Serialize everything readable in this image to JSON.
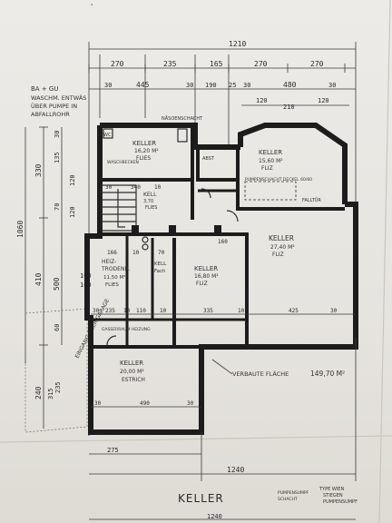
{
  "plan": {
    "title": "KELLER",
    "top_total": "1210",
    "top_row1": [
      "270",
      "235",
      "165",
      "270",
      "270"
    ],
    "top_row2": [
      "30",
      "445",
      "30",
      "190",
      "25",
      "30",
      "480",
      "30"
    ],
    "top_row3": [
      "120",
      "210",
      "120"
    ],
    "left_total": "1060",
    "left_row1": [
      "330",
      "410",
      "240"
    ],
    "left_row2": [
      "30",
      "135",
      "120",
      "70",
      "120",
      "500",
      "60"
    ],
    "left_misc": [
      "100",
      "100",
      "235",
      "315"
    ],
    "handwritten_note": [
      "BA + GU",
      "WASCHM. ENTWÄS",
      "ÜBER PUMPE IN",
      "ABFALLROHR"
    ],
    "rooms": [
      {
        "name": "KELLER",
        "area": "16,20 M²",
        "floor": "FLIES"
      },
      {
        "name": "KELLER",
        "area": "15,60 M²",
        "floor": "FLIZ"
      },
      {
        "name": "KELLER",
        "area": "27,40 M²",
        "floor": "FLIZ"
      },
      {
        "name": "HEIZ-",
        "name2": "TRODENR.",
        "area": "11,50 M²",
        "floor": "FLIES"
      },
      {
        "name": "KELL",
        "name2": "Fach",
        "area": "",
        "floor": ""
      },
      {
        "name": "KELLER",
        "area": "16,80 M²",
        "floor": "FLIZ"
      },
      {
        "name": "KELLER",
        "area": "20,00 M²",
        "floor": "ESTRICH"
      },
      {
        "name": "KELL",
        "area": "3,70",
        "floor": "FLIES"
      },
      {
        "name": "WC",
        "area": "",
        "floor": ""
      },
      {
        "name": "ABST",
        "area": "",
        "floor": ""
      }
    ],
    "labels": {
      "shaft": "NÄSOENSCHACHT",
      "pump": "PUMPENSCHACHT DECKEL 60/60",
      "wash": "WASCHBECKEN",
      "fallrohr": "FALLTÜR",
      "meter": "GASSERRAUM HEIZUNG",
      "built_area": "VERBAUTE FLÄCHE",
      "built_value": "149,70 M²",
      "side_note": "EINGANG ÜBER GARAGE",
      "corner_note": [
        "TYPE WIEN",
        "STIEGEN",
        "PUMPENSUMPF"
      ],
      "corner_note2": [
        "PUMPENSUMPF",
        "SCHACHT"
      ]
    },
    "inner_dims": {
      "a": [
        "30",
        "340",
        "10"
      ],
      "b": [
        "166",
        "10",
        "70",
        "160"
      ],
      "c": [
        "30",
        "235",
        "10",
        "110",
        "10",
        "335",
        "10",
        "425",
        "30"
      ],
      "d": [
        "30",
        "490",
        "30"
      ],
      "bottom1": "275",
      "bottom2": "1240",
      "bottom3": "1240"
    }
  }
}
